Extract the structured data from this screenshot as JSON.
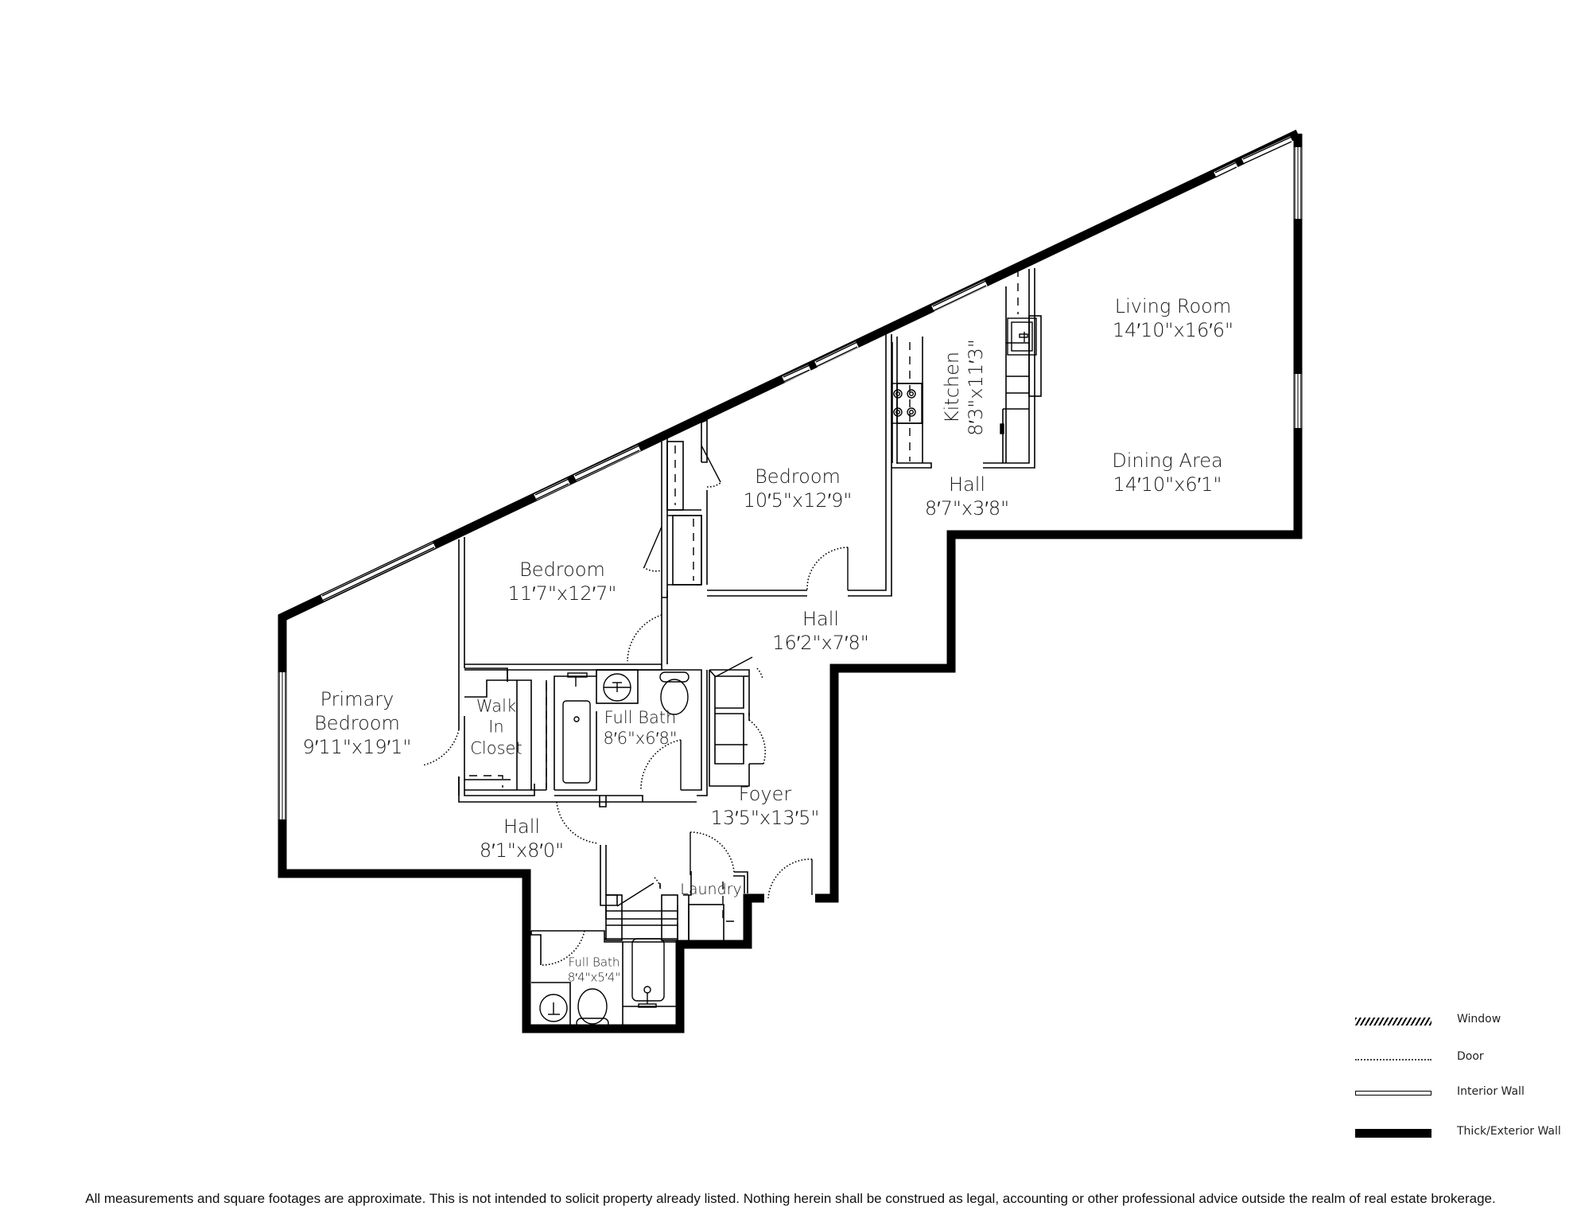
{
  "floor_plan": {
    "rooms": [
      {
        "id": "living_room",
        "name": "Living Room",
        "dimensions": "14′10\"x16′6\""
      },
      {
        "id": "dining_area",
        "name": "Dining Area",
        "dimensions": "14′10\"x6′1\""
      },
      {
        "id": "kitchen",
        "name": "Kitchen",
        "dimensions": "8′3\"x11′3\""
      },
      {
        "id": "hall_kitchen",
        "name": "Hall",
        "dimensions": "8′7\"x3′8\""
      },
      {
        "id": "bedroom_2",
        "name": "Bedroom",
        "dimensions": "10′5\"x12′9\""
      },
      {
        "id": "bedroom_1",
        "name": "Bedroom",
        "dimensions": "11′7\"x12′7\""
      },
      {
        "id": "hall_main",
        "name": "Hall",
        "dimensions": "16′2\"x7′8\""
      },
      {
        "id": "primary_bedroom",
        "name_line1": "Primary",
        "name_line2": "Bedroom",
        "dimensions": "9′11\"x19′1\""
      },
      {
        "id": "walk_in_closet",
        "name_line1": "Walk",
        "name_line2": "In",
        "name_line3": "Closet"
      },
      {
        "id": "full_bath_1",
        "name": "Full Bath",
        "dimensions": "8′6\"x6′8\""
      },
      {
        "id": "foyer",
        "name": "Foyer",
        "dimensions": "13′5\"x13′5\""
      },
      {
        "id": "hall_lower",
        "name": "Hall",
        "dimensions": "8′1\"x8′0\""
      },
      {
        "id": "laundry",
        "name": "Laundry"
      },
      {
        "id": "full_bath_2",
        "name": "Full Bath",
        "dimensions": "8′4\"x5′4\""
      }
    ]
  },
  "legend": {
    "items": [
      {
        "symbol": "window",
        "label": "Window"
      },
      {
        "symbol": "door",
        "label": "Door"
      },
      {
        "symbol": "interior-wall",
        "label": "Interior Wall"
      },
      {
        "symbol": "exterior-wall",
        "label": "Thick/Exterior Wall"
      }
    ]
  },
  "footer": {
    "disclaimer": "All measurements and square footages are approximate. This is not intended to solicit property already listed. Nothing herein shall be construed as legal, accounting or other professional advice outside the realm of real estate brokerage."
  },
  "colors": {
    "wall": "#000000",
    "background": "#ffffff",
    "text": "#1a1a1a"
  }
}
